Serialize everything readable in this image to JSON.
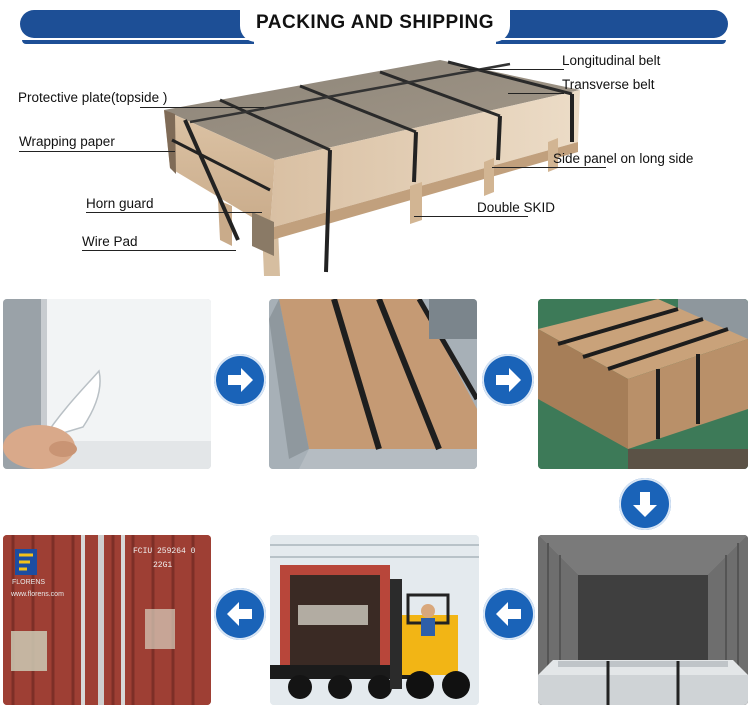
{
  "header": {
    "title": "PACKING AND SHIPPING"
  },
  "diagram": {
    "labels": {
      "longitudinal_belt": "Longitudinal belt",
      "transverse_belt": "Transverse belt",
      "protective_plate": "Protective plate(topside )",
      "wrapping_paper": "Wrapping paper",
      "side_panel": "Side panel on long side",
      "horn_guard": "Horn guard",
      "double_skid": "Double SKID",
      "wire_pad": "Wire Pad"
    }
  },
  "photos": {
    "container_door_text": {
      "brand": "FLORENS",
      "container_number": "FCIU 259264 0",
      "small_code": "22G1",
      "website": "www.florens.com"
    }
  },
  "colors": {
    "brand_blue": "#1d4f96",
    "arrow_blue": "#1a63b8",
    "cardboard": "#c9a27a",
    "steel": "#a9b2ba"
  },
  "icons": {
    "flow_arrows": [
      "arrow-right-icon",
      "arrow-right-icon",
      "arrow-down-icon",
      "arrow-left-icon",
      "arrow-left-icon"
    ]
  }
}
